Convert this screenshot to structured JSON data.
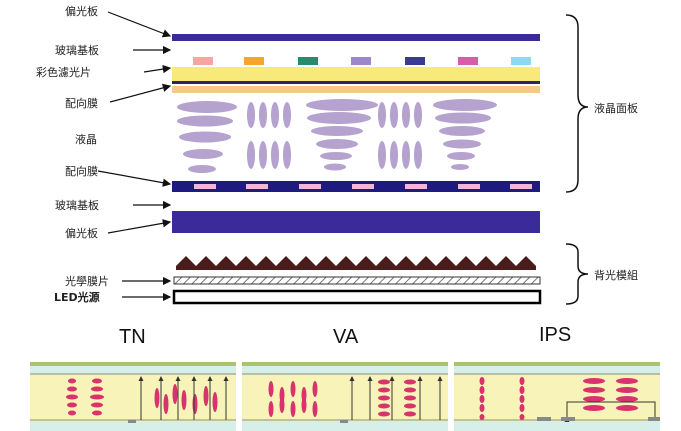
{
  "labels": {
    "polarizer_top": "偏光板",
    "glass_top": "玻璃基板",
    "color_filter": "彩色濾光片",
    "alignment_top": "配向膜",
    "liquid_crystal": "液晶",
    "alignment_bottom": "配向膜",
    "glass_bottom": "玻璃基板",
    "polarizer_bottom": "偏光板",
    "optical_film": "光學膜片",
    "led_source": "LED光源"
  },
  "groups": {
    "lcd_panel": "液晶面板",
    "backlight": "背光模組"
  },
  "modes": {
    "tn": "TN",
    "va": "VA",
    "ips": "IPS"
  },
  "colors": {
    "polarizer": "#3a2a9a",
    "glass": "#ffffff",
    "filter_bg": "#f7e97a",
    "alignment": "#f5c98a",
    "lc_ellipse": "#b6a2cf",
    "electrode": "#1e1a80",
    "electrode_pad": "#f4b6d6",
    "prism": "#4a1c1c",
    "led": "#000000",
    "mode_frame": "#a9c46d",
    "mode_bg": "#f8f3b8",
    "mode_lc": "#d8336c",
    "filter_swatches": [
      "#f4a6a0",
      "#f2a630",
      "#2a8a6e",
      "#9d87cc",
      "#3a3a90",
      "#d35fa8",
      "#8fd8ef"
    ]
  }
}
